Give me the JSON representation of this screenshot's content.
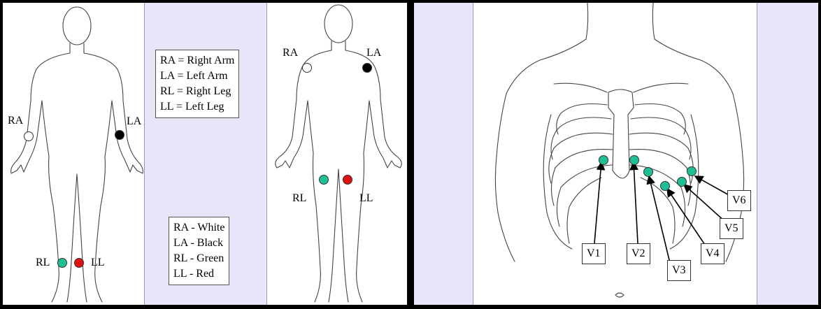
{
  "colors": {
    "white_electrode": "#ffffff",
    "black_electrode": "#000000",
    "green_electrode": "#1fbf96",
    "red_electrode": "#e01010",
    "band": "#e6e6f8",
    "frame": "#000000"
  },
  "front_figure": {
    "labels": {
      "ra": "RA",
      "la": "LA",
      "rl": "RL",
      "ll": "LL"
    }
  },
  "back_figure": {
    "labels": {
      "ra": "RA",
      "la": "LA",
      "rl": "RL",
      "ll": "LL"
    }
  },
  "abbreviation_legend": [
    "RA = Right Arm",
    "LA = Left Arm",
    "RL = Right Leg",
    "LL = Left Leg"
  ],
  "color_legend": [
    "RA - White",
    "LA - Black",
    "RL - Green",
    "LL - Red"
  ],
  "chest_leads": [
    "V1",
    "V2",
    "V3",
    "V4",
    "V5",
    "V6"
  ]
}
